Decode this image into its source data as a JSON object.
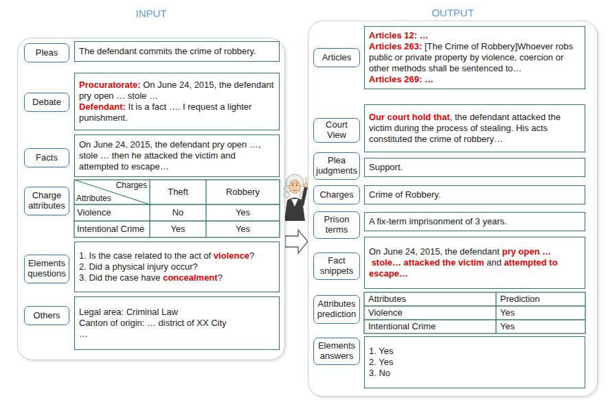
{
  "diagram": {
    "nodes": [
      {
        "text": [
          "INPUT"
        ]
      },
      {
        "text": [
          "Pleas"
        ],
        "in": 0
      },
      {
        "text": [
          "The defendant commits the crime of robbery."
        ],
        "in": 0
      },
      {
        "text": [
          "Debate"
        ],
        "in": 0
      },
      {
        "text": [
          "Procuratorate:",
          "On June 24, 2015, the defendant pry open … stole …",
          "Defendant:",
          "It is a fact …. I request a lighter punishment."
        ],
        "in": 0
      },
      {
        "text": [
          "Facts"
        ],
        "in": 0
      },
      {
        "text": [
          "On June 24, 2015, the defendant pry open …, stole … then he attacked the victim and attempted to escape…"
        ],
        "in": 0
      },
      {
        "text": [
          "Charge attributes"
        ],
        "in": 0
      },
      {
        "text": [
          "Elements questions"
        ],
        "in": 0
      },
      {
        "text": [
          "1. Is the case related to the act of",
          "violence",
          "?",
          "2. Did a physical injury occur?",
          "3. Did the case have",
          "concealment",
          "?"
        ],
        "in": 0
      },
      {
        "text": [
          "Others"
        ],
        "in": 0
      },
      {
        "text": [
          "Legal area: Criminal Law",
          "Canton of origin: … district of XX City",
          "…"
        ],
        "in": 0
      },
      {
        "text": [
          "OUTPUT"
        ]
      },
      {
        "text": [
          "Articles"
        ],
        "in": 12
      },
      {
        "text": [
          "Articles 12: …",
          "Articles 263:",
          "[The Crime of Robbery]Whoever robs public or private property by violence, coercion or other methods shall be sentenced to…",
          "Articles 269: …"
        ],
        "in": 12
      },
      {
        "text": [
          "Court View"
        ],
        "in": 12
      },
      {
        "text": [
          "Our court hold that",
          ", the defendant attacked the victim during the process of stealing. His acts constituted the crime of robbery…"
        ],
        "in": 12
      },
      {
        "text": [
          "Plea judgments"
        ],
        "in": 12
      },
      {
        "text": [
          "Support."
        ],
        "in": 12
      },
      {
        "text": [
          "Charges"
        ],
        "in": 12
      },
      {
        "text": [
          "Crime of Robbery."
        ],
        "in": 12
      },
      {
        "text": [
          "Prison terms"
        ],
        "in": 12
      },
      {
        "text": [
          "A fix-term imprisonment of 3 years."
        ],
        "in": 12
      },
      {
        "text": [
          "Fact snippets"
        ],
        "in": 12
      },
      {
        "text": [
          "On June 24, 2015, the defendant",
          "pry open …",
          "stole…",
          "attacked the victim",
          "and",
          "attempted to escape…"
        ],
        "in": 12
      },
      {
        "text": [
          "Attributes prediction"
        ],
        "in": 12
      },
      {
        "text": [
          "Elements answers"
        ],
        "in": 12
      },
      {
        "text": [
          "1. Yes",
          "2. Yes",
          "3. No"
        ],
        "in": 12
      }
    ],
    "edges": [
      {
        "from": 0,
        "to": 12,
        "arrow": "to"
      }
    ],
    "labels": [
      "Charges",
      "Attributes",
      "Theft",
      "Robbery",
      "Violence",
      "No",
      "Yes",
      "Intentional Crime",
      "Yes",
      "Yes",
      "Attributes",
      "Prediction",
      "Violence",
      "Yes",
      "Intentional Crime",
      "Yes"
    ]
  }
}
